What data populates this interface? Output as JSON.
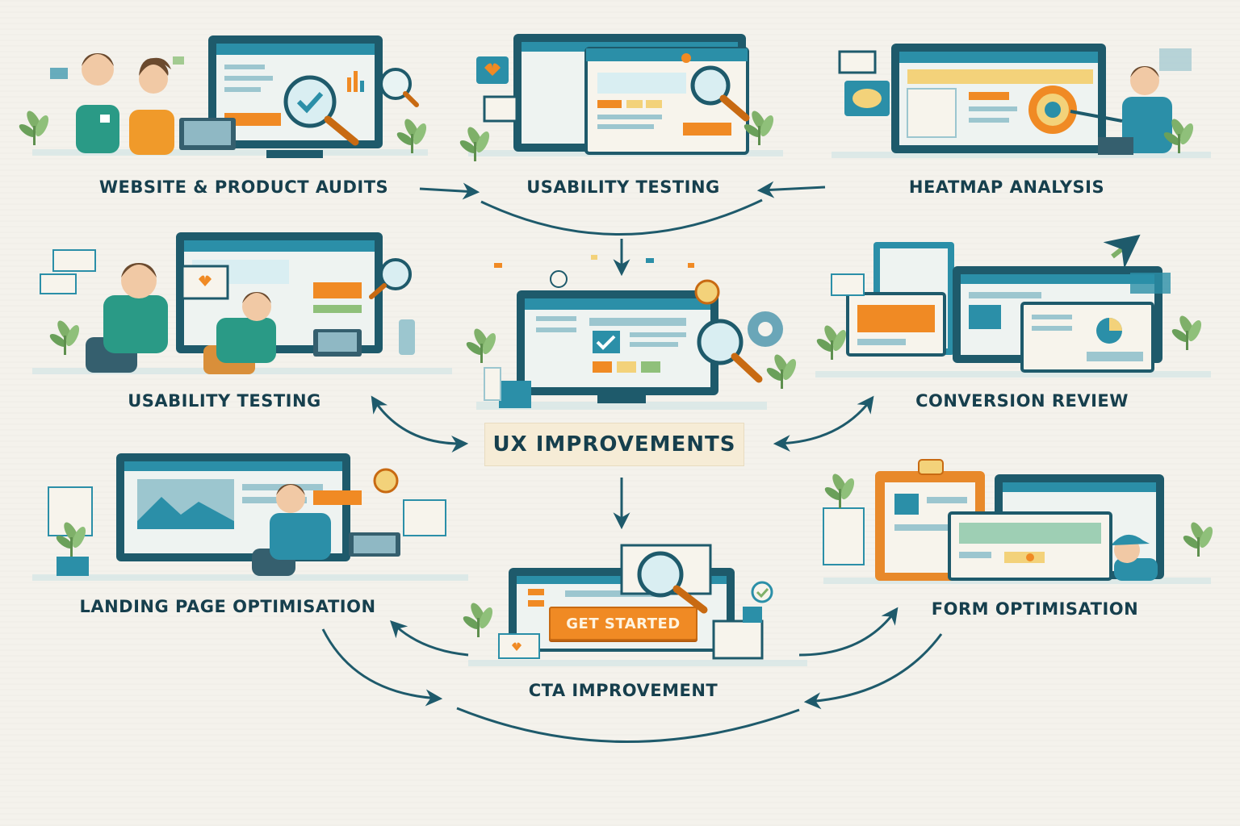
{
  "nodes": {
    "website_audits": "WEBSITE & PRODUCT AUDITS",
    "usability_testing_top": "USABILITY TESTING",
    "heatmap_analysis": "HEATMAP ANALYSIS",
    "usability_testing_mid": "USABILITY TESTING",
    "conversion_review": "CONVERSION REVIEW",
    "ux_improvements": "UX IMPROVEMENTS",
    "landing_page": "LANDING PAGE OPTIMISATION",
    "form_optimisation": "FORM OPTIMISATION",
    "cta_improvement": "CTA IMPROVEMENT"
  },
  "cta_button_label": "GET STARTED",
  "colors": {
    "teal": "#2b8fa8",
    "dark_teal": "#1e5a6b",
    "orange": "#f08a24",
    "green": "#7fb069",
    "text": "#163f4d",
    "background": "#f4f2ec"
  }
}
